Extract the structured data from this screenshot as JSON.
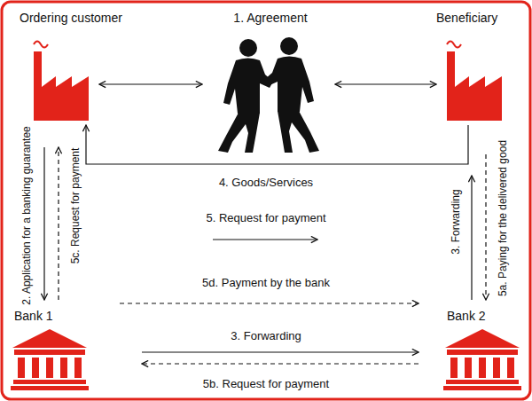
{
  "diagram": {
    "nodes": [
      {
        "text": [
          "Ordering customer"
        ]
      },
      {
        "text": [
          "1. Agreement"
        ]
      },
      {
        "text": [
          "Beneficiary"
        ]
      },
      {
        "text": [
          "Bank 1"
        ]
      },
      {
        "text": [
          "Bank 2"
        ]
      }
    ],
    "edges": [
      {
        "from": 0,
        "to": 1,
        "arrow": "both"
      },
      {
        "from": 1,
        "to": 2,
        "arrow": "both"
      },
      {
        "from": 2,
        "to": 0,
        "arrow": "to",
        "label": "4. Goods/Services"
      },
      {
        "from": 0,
        "to": 3,
        "arrow": "to",
        "label": "2. Application for a banking guarantee"
      },
      {
        "from": 3,
        "to": 0,
        "arrow": "to",
        "label": "5c. Request for payment"
      },
      {
        "from": 3,
        "to": 4,
        "arrow": "to",
        "label": "3. Forwarding"
      },
      {
        "from": 3,
        "to": 4,
        "arrow": "to",
        "label": "5d. Payment by the bank"
      },
      {
        "from": 4,
        "to": 3,
        "arrow": "to",
        "label": "5b. Request for payment"
      },
      {
        "from": 4,
        "to": 2,
        "arrow": "to",
        "label": "3. Forwarding"
      },
      {
        "from": 2,
        "to": 4,
        "arrow": "to",
        "label": "5a. Paying for the delivered good"
      }
    ],
    "labels": [
      "5. Request for payment"
    ]
  }
}
